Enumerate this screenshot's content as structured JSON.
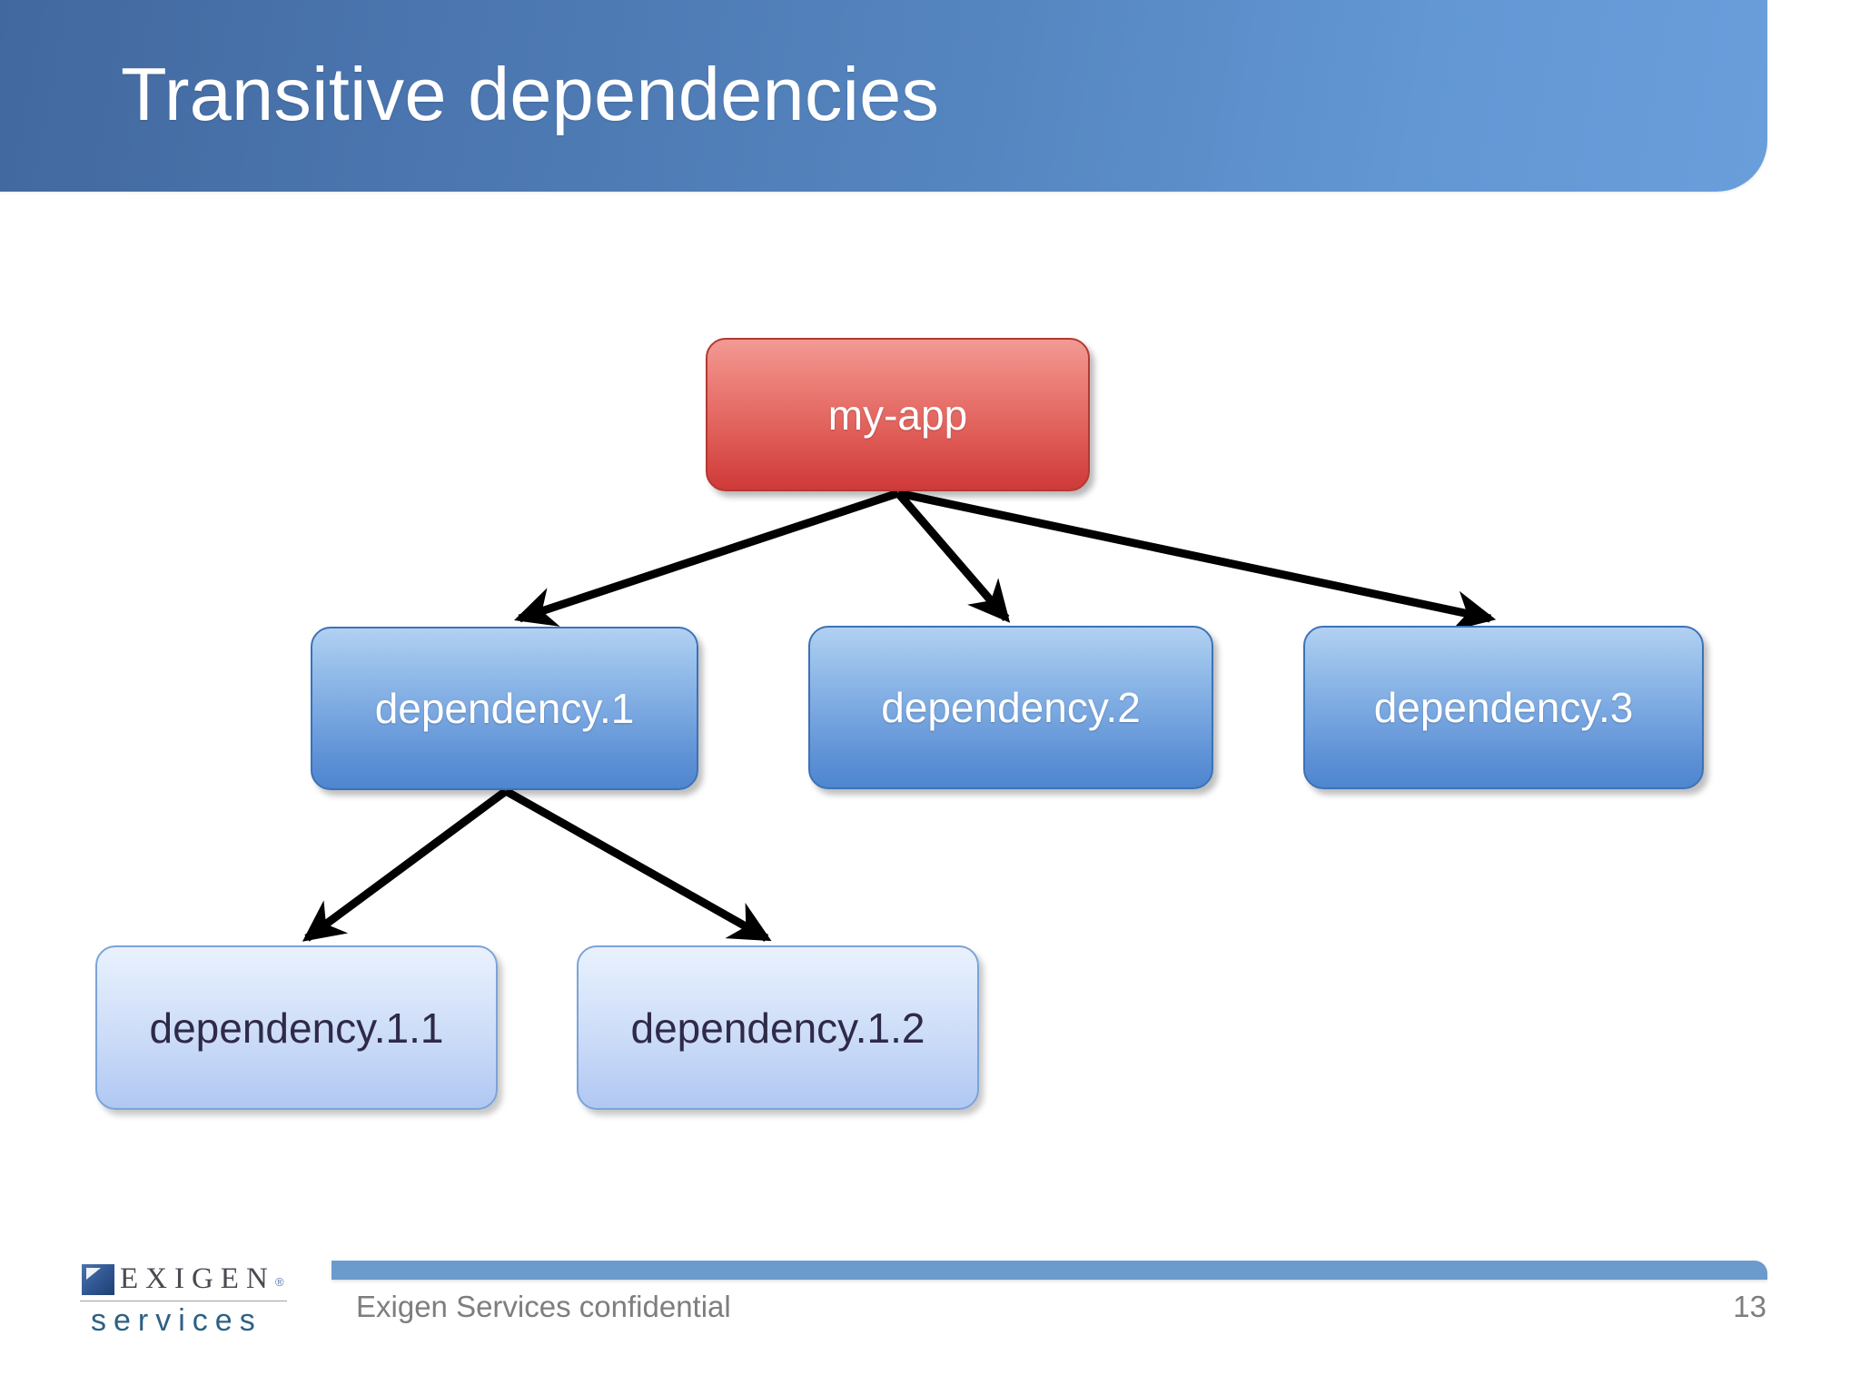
{
  "slide": {
    "title": "Transitive dependencies",
    "page_number": "13",
    "accent_color": "#5585bf",
    "root_color": "#d94444",
    "node_color": "#5f92d6",
    "leaf_color": "#ccdcf8"
  },
  "footer": {
    "confidentiality_text": "Exigen Services confidential",
    "logo_wordmark": "EXIGEN",
    "logo_registered": "®",
    "logo_subtext": "services"
  },
  "diagram": {
    "type": "tree",
    "nodes": [
      {
        "id": "my-app",
        "label": "my-app",
        "level": 0,
        "style": "root"
      },
      {
        "id": "dependency.1",
        "label": "dependency.1",
        "level": 1,
        "style": "mid"
      },
      {
        "id": "dependency.2",
        "label": "dependency.2",
        "level": 1,
        "style": "mid"
      },
      {
        "id": "dependency.3",
        "label": "dependency.3",
        "level": 1,
        "style": "mid"
      },
      {
        "id": "dependency.1.1",
        "label": "dependency.1.1",
        "level": 2,
        "style": "leaf"
      },
      {
        "id": "dependency.1.2",
        "label": "dependency.1.2",
        "level": 2,
        "style": "leaf"
      }
    ],
    "edges": [
      {
        "from": "my-app",
        "to": "dependency.1"
      },
      {
        "from": "my-app",
        "to": "dependency.2"
      },
      {
        "from": "my-app",
        "to": "dependency.3"
      },
      {
        "from": "dependency.1",
        "to": "dependency.1.1"
      },
      {
        "from": "dependency.1",
        "to": "dependency.1.2"
      }
    ]
  }
}
